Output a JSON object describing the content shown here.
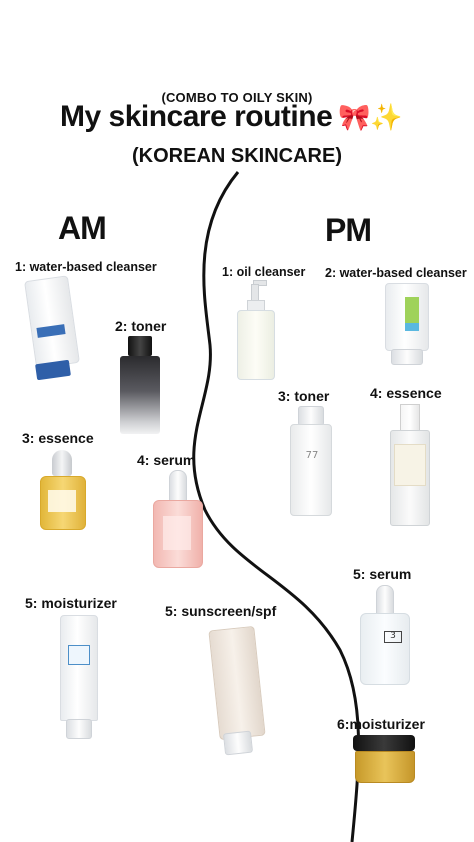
{
  "header": {
    "subtitle_top": "(COMBO TO OILY SKIN)",
    "title": "My skincare routine",
    "title_emoji": "🎀✨",
    "subtitle_bottom": "(KOREAN SKINCARE)"
  },
  "am": {
    "heading": "AM",
    "steps": [
      {
        "label": "1: water-based cleanser",
        "icon": "cleanser-tube-icon"
      },
      {
        "label": "2: toner",
        "icon": "toner-bottle-icon"
      },
      {
        "label": "3: essence",
        "icon": "essence-dropper-bottle-icon"
      },
      {
        "label": "4: serum",
        "icon": "serum-dropper-bottle-icon"
      },
      {
        "label": "5: moisturizer",
        "icon": "moisturizer-tube-icon"
      },
      {
        "label": "5: sunscreen/spf",
        "icon": "sunscreen-tube-icon"
      }
    ]
  },
  "pm": {
    "heading": "PM",
    "steps": [
      {
        "label": "1: oil cleanser",
        "icon": "oil-cleanser-pump-bottle-icon"
      },
      {
        "label": "2: water-based cleanser",
        "icon": "cleanser-tube-icon"
      },
      {
        "label": "3: toner",
        "icon": "toner-bottle-icon"
      },
      {
        "label": "4: essence",
        "icon": "essence-pump-bottle-icon"
      },
      {
        "label": "5: serum",
        "icon": "serum-dropper-bottle-icon"
      },
      {
        "label": "6:moisturizer",
        "icon": "cream-jar-icon"
      }
    ]
  },
  "colors": {
    "background": "#ffffff",
    "text": "#111111",
    "divider": "#111111"
  }
}
